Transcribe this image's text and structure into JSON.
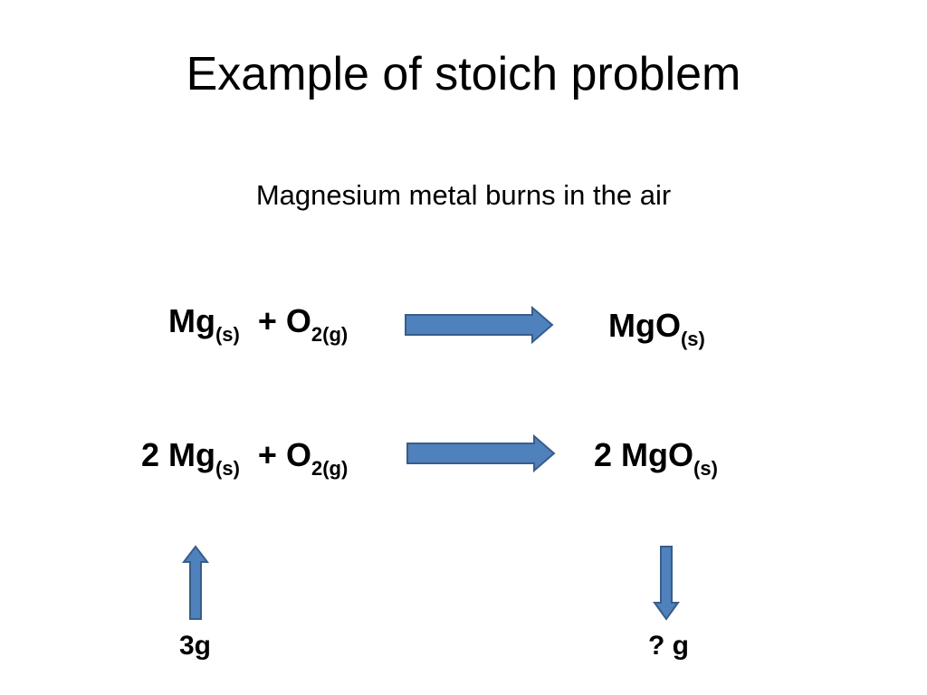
{
  "slide": {
    "title": "Example of stoich problem",
    "subtitle": "Magnesium metal burns in the air"
  },
  "equation1": {
    "reactant1": {
      "symbol": "Mg",
      "state": "(s)"
    },
    "plus": "+ O",
    "reactant2_sub": "2(g)",
    "product": {
      "symbol": "MgO",
      "state": "(s)"
    }
  },
  "equation2": {
    "coef1": "2 Mg",
    "state1": "(s)",
    "plus": "+ O",
    "reactant2_sub": "2(g)",
    "product": "2 MgO",
    "product_state": "(s)"
  },
  "quantities": {
    "given": "3g",
    "unknown": "? g"
  },
  "colors": {
    "arrow_fill": "#4f81bd",
    "arrow_stroke": "#385d8a"
  },
  "icons": {
    "reaction_arrow": "right-arrow-icon",
    "given_arrow": "up-arrow-icon",
    "unknown_arrow": "down-arrow-icon"
  }
}
